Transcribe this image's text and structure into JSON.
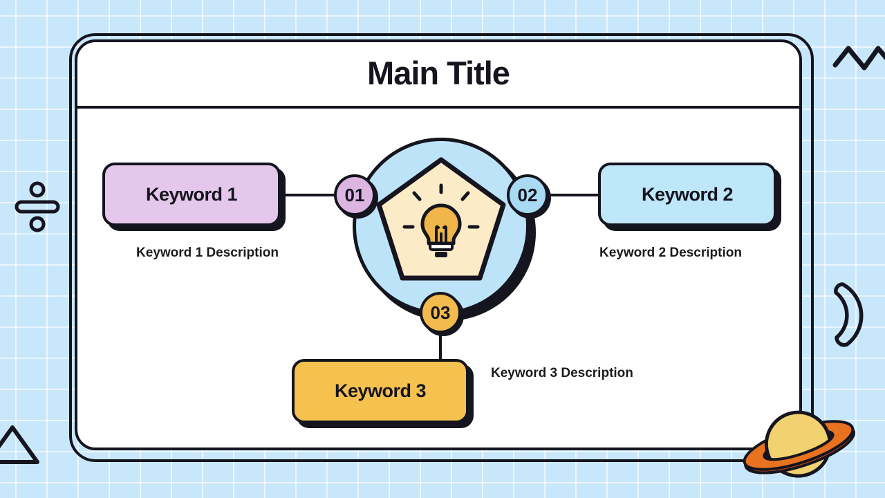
{
  "slide": {
    "title": "Main Title"
  },
  "items": [
    {
      "number": "01",
      "keyword": "Keyword 1",
      "description": "Keyword 1 Description",
      "box_color": "#E6C7EC",
      "badge_color": "#DCB5E0"
    },
    {
      "number": "02",
      "keyword": "Keyword 2",
      "description": "Keyword 2 Description",
      "box_color": "#BFE7FA",
      "badge_color": "#A9DAF3"
    },
    {
      "number": "03",
      "keyword": "Keyword 3",
      "description": "Keyword 3 Description",
      "box_color": "#F6C24F",
      "badge_color": "#F3BA4D"
    }
  ],
  "hub": {
    "icon": "lightbulb-icon",
    "circle_color": "#BDE3F8",
    "pentagon_color": "#FBEBC6",
    "bulb_color": "#F0B649"
  },
  "decorations": {
    "left": "division-icon",
    "top_right": "zigzag-icon",
    "right": "crescent-icon",
    "bottom_left": "triangle-outline-icon",
    "bottom_right": "saturn-icon"
  },
  "colors": {
    "background": "#C9E7FB",
    "grid_line": "#FFFFFF",
    "card_background": "#FFFFFF",
    "outline": "#15151F",
    "text": "#1B1B1B",
    "shadow": "#15151F",
    "saturn_body": "#F2D171",
    "saturn_ring": "#E8721F",
    "saturn_ring_shade": "#C9491B"
  }
}
